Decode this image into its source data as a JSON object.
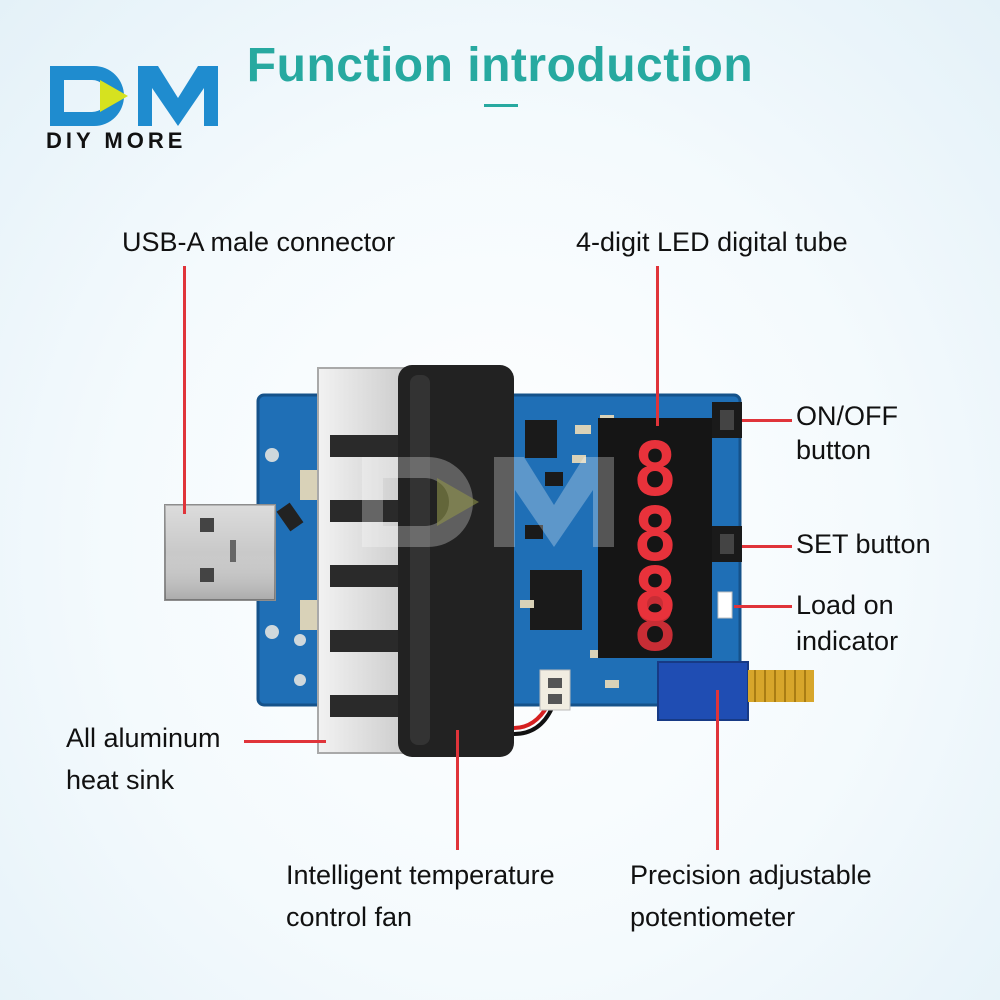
{
  "brand": {
    "name": "DIY MORE"
  },
  "title": "Function introduction",
  "labels": {
    "usb": "USB-A male connector",
    "led": "4-digit LED digital tube",
    "onoff_line1": "ON/OFF",
    "onoff_line2": "button",
    "set": "SET button",
    "load_line1": "Load on",
    "load_line2": "indicator",
    "heatsink_line1": "All aluminum",
    "heatsink_line2": "heat sink",
    "fan_line1": "Intelligent temperature",
    "fan_line2": "control fan",
    "pot_line1": "Precision adjustable",
    "pot_line2": "potentiometer"
  },
  "colors": {
    "title": "#27a9a0",
    "pointer": "#e0343a",
    "pcb": "#1f6fb6",
    "led": "#e8323b"
  }
}
